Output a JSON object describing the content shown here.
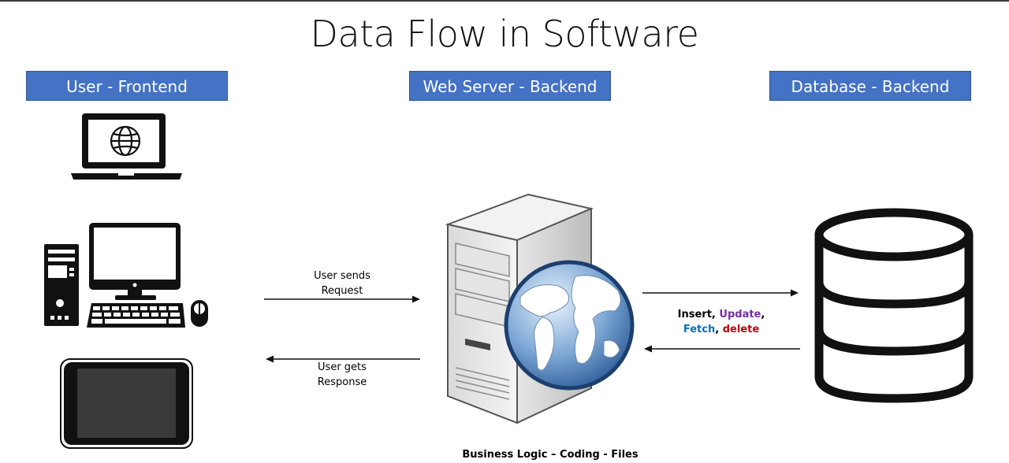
{
  "title": "Data Flow in Software",
  "headers": {
    "frontend": "User - Frontend",
    "server": "Web Server - Backend",
    "database": "Database - Backend"
  },
  "request": {
    "line1": "User sends",
    "line2": "Request"
  },
  "response": {
    "line1": "User gets",
    "line2": "Response"
  },
  "db_ops": {
    "insert": "Insert",
    "update": "Update",
    "fetch": "Fetch",
    "delete": "delete",
    "sep": ","
  },
  "server_caption": "Business Logic – Coding - Files",
  "colors": {
    "header_bg": "#4472c4",
    "update": "#7030a0",
    "fetch": "#0070c0",
    "delete": "#c00000"
  },
  "icons": [
    "laptop-icon",
    "desktop-computer-icon",
    "tablet-icon",
    "web-server-icon",
    "globe-icon",
    "database-icon"
  ]
}
